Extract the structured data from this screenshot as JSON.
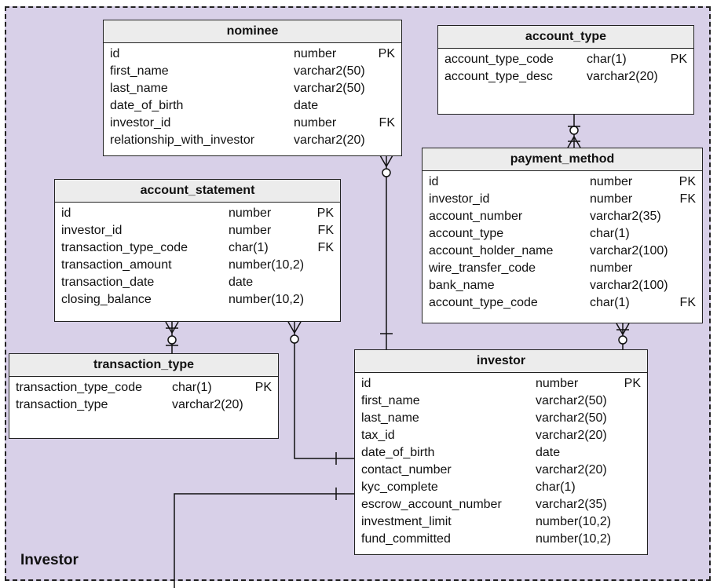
{
  "diagram": {
    "region_label": "Investor",
    "entities": [
      {
        "key": "nominee",
        "name": "nominee",
        "columns": [
          {
            "name": "id",
            "type": "number",
            "key": "PK"
          },
          {
            "name": "first_name",
            "type": "varchar2(50)",
            "key": ""
          },
          {
            "name": "last_name",
            "type": "varchar2(50)",
            "key": ""
          },
          {
            "name": "date_of_birth",
            "type": "date",
            "key": ""
          },
          {
            "name": "investor_id",
            "type": "number",
            "key": "FK"
          },
          {
            "name": "relationship_with_investor",
            "type": "varchar2(20)",
            "key": ""
          }
        ]
      },
      {
        "key": "account_type",
        "name": "account_type",
        "columns": [
          {
            "name": "account_type_code",
            "type": "char(1)",
            "key": "PK"
          },
          {
            "name": "account_type_desc",
            "type": "varchar2(20)",
            "key": ""
          }
        ]
      },
      {
        "key": "account_statement",
        "name": "account_statement",
        "columns": [
          {
            "name": "id",
            "type": "number",
            "key": "PK"
          },
          {
            "name": "investor_id",
            "type": "number",
            "key": "FK"
          },
          {
            "name": "transaction_type_code",
            "type": "char(1)",
            "key": "FK"
          },
          {
            "name": "transaction_amount",
            "type": "number(10,2)",
            "key": ""
          },
          {
            "name": "transaction_date",
            "type": "date",
            "key": ""
          },
          {
            "name": "closing_balance",
            "type": "number(10,2)",
            "key": ""
          }
        ]
      },
      {
        "key": "payment_method",
        "name": "payment_method",
        "columns": [
          {
            "name": "id",
            "type": "number",
            "key": "PK"
          },
          {
            "name": "investor_id",
            "type": "number",
            "key": "FK"
          },
          {
            "name": "account_number",
            "type": "varchar2(35)",
            "key": ""
          },
          {
            "name": "account_type",
            "type": "char(1)",
            "key": ""
          },
          {
            "name": "account_holder_name",
            "type": "varchar2(100)",
            "key": ""
          },
          {
            "name": "wire_transfer_code",
            "type": "number",
            "key": ""
          },
          {
            "name": "bank_name",
            "type": "varchar2(100)",
            "key": ""
          },
          {
            "name": "account_type_code",
            "type": "char(1)",
            "key": "FK"
          }
        ]
      },
      {
        "key": "transaction_type",
        "name": "transaction_type",
        "columns": [
          {
            "name": "transaction_type_code",
            "type": "char(1)",
            "key": "PK"
          },
          {
            "name": "transaction_type",
            "type": "varchar2(20)",
            "key": ""
          }
        ]
      },
      {
        "key": "investor",
        "name": "investor",
        "columns": [
          {
            "name": "id",
            "type": "number",
            "key": "PK"
          },
          {
            "name": "first_name",
            "type": "varchar2(50)",
            "key": ""
          },
          {
            "name": "last_name",
            "type": "varchar2(50)",
            "key": ""
          },
          {
            "name": "tax_id",
            "type": "varchar2(20)",
            "key": ""
          },
          {
            "name": "date_of_birth",
            "type": "date",
            "key": ""
          },
          {
            "name": "contact_number",
            "type": "varchar2(20)",
            "key": ""
          },
          {
            "name": "kyc_complete",
            "type": "char(1)",
            "key": ""
          },
          {
            "name": "escrow_account_number",
            "type": "varchar2(35)",
            "key": ""
          },
          {
            "name": "investment_limit",
            "type": "number(10,2)",
            "key": ""
          },
          {
            "name": "fund_committed",
            "type": "number(10,2)",
            "key": ""
          }
        ]
      }
    ],
    "relationships": [
      {
        "from": "investor",
        "to": "nominee",
        "from_cardinality": "one",
        "to_cardinality": "zero-or-many"
      },
      {
        "from": "account_type",
        "to": "payment_method",
        "from_cardinality": "zero-or-one",
        "to_cardinality": "one-or-many"
      },
      {
        "from": "investor",
        "to": "account_statement",
        "from_cardinality": "one",
        "to_cardinality": "zero-or-many"
      },
      {
        "from": "transaction_type",
        "to": "account_statement",
        "from_cardinality": "zero-or-one",
        "to_cardinality": "one-or-many"
      },
      {
        "from": "investor",
        "to": "payment_method",
        "from_cardinality": "zero-or-one",
        "to_cardinality": "one-or-many"
      },
      {
        "from": "investor",
        "to": "external",
        "from_cardinality": "one",
        "to_cardinality": "none"
      }
    ]
  }
}
